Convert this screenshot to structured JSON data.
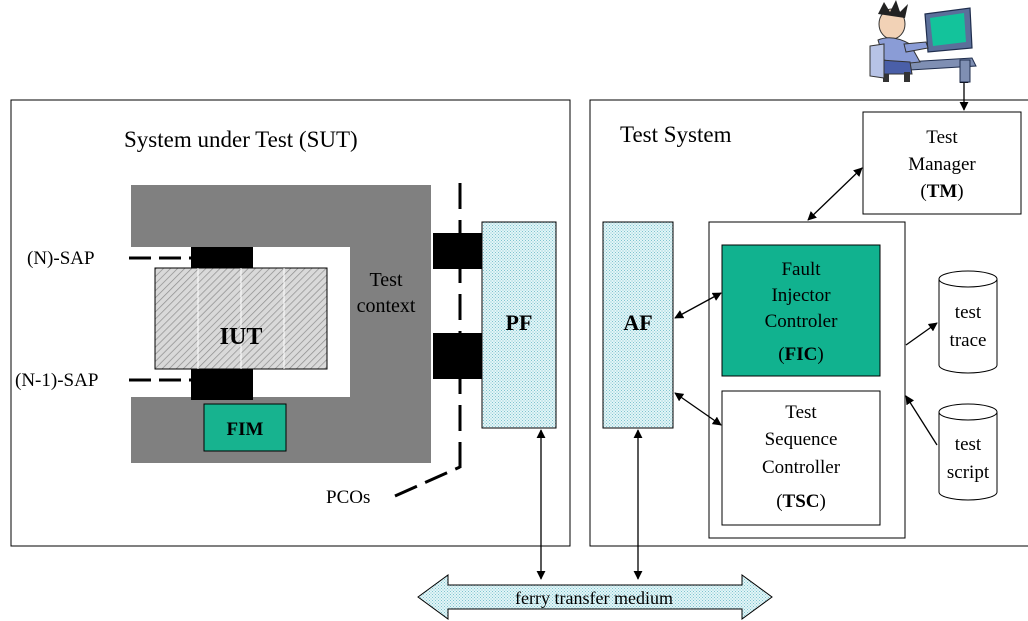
{
  "sut": {
    "title": "System under Test (SUT)",
    "iut": "IUT",
    "fim": "FIM",
    "test_context": [
      "Test",
      "context"
    ],
    "n_sap": "(N)-SAP",
    "n1_sap": "(N-1)-SAP",
    "pf": "PF",
    "pcos": "PCOs"
  },
  "test_system": {
    "title": "Test System",
    "af": "AF",
    "tm": {
      "lines": [
        "Test",
        "Manager"
      ],
      "abbr": "TM"
    },
    "fic": {
      "lines": [
        "Fault",
        "Injector",
        "Controler"
      ],
      "abbr": "FIC"
    },
    "tsc": {
      "lines": [
        "Test",
        "Sequence",
        "Controller"
      ],
      "abbr": "TSC"
    },
    "trace": [
      "test",
      "trace"
    ],
    "script": [
      "test",
      "script"
    ]
  },
  "medium": "ferry transfer medium",
  "colors": {
    "context_gray": "#808080",
    "fic_green": "#11b28f",
    "fim_green": "#17b38f",
    "hatch_blue_bg": "#dff3f6",
    "hatch_blue_line": "#8fc9d3"
  },
  "icons": [
    "user-at-computer-icon"
  ]
}
